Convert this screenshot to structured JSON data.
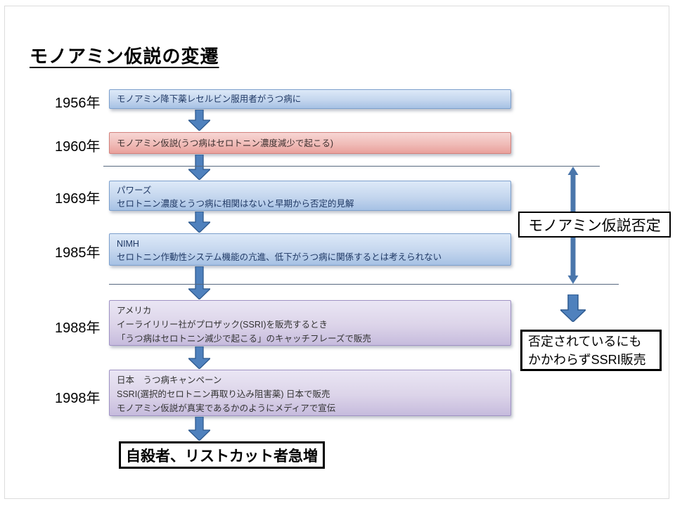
{
  "slide": {
    "title": "モノアミン仮説の変遷"
  },
  "timeline": [
    {
      "year": "1956年",
      "lines": [
        "モノアミン降下薬レセルビン服用者がうつ病に"
      ]
    },
    {
      "year": "1960年",
      "lines": [
        "モノアミン仮説(うつ病はセロトニン濃度減少で起こる)"
      ]
    },
    {
      "year": "1969年",
      "lines": [
        "パワーズ",
        "セロトニン濃度とうつ病に相関はないと早期から否定的見解"
      ]
    },
    {
      "year": "1985年",
      "lines": [
        "NIMH",
        "セロトニン作動性システム機能の亢進、低下がうつ病に関係するとは考えられない"
      ]
    },
    {
      "year": "1988年",
      "lines": [
        "アメリカ",
        "イーライリリー社がプロザック(SSRI)を販売するとき",
        "「うつ病はセロトニン減少で起こる」のキャッチフレーズで販売"
      ]
    },
    {
      "year": "1998年",
      "lines": [
        "日本　うつ病キャンペーン",
        "SSRI(選択的セロトニン再取り込み阻害薬) 日本で販売",
        "モノアミン仮説が真実であるかのようにメディアで宣伝"
      ]
    }
  ],
  "annotations": {
    "denial_label": "モノアミン仮説否定",
    "ssri_note_line1": "否定されているにも",
    "ssri_note_line2": "かかわらずSSRI販売",
    "outcome": "自殺者、リストカット者急増"
  },
  "colors": {
    "arrow_blue": "#4f81bd",
    "arrow_border": "#2f5a8f",
    "box_blue_fill": "#bcd1ea",
    "box_blue_border": "#7da0cd",
    "box_red_fill": "#f0bcb8",
    "box_red_border": "#d3827d",
    "box_purple_fill": "#dcd4e9",
    "box_purple_border": "#9f92c4",
    "line_gray_blue": "#56687f"
  }
}
